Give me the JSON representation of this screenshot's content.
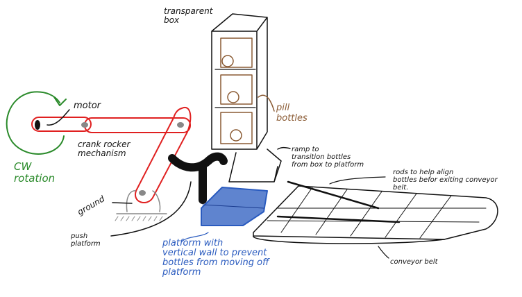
{
  "labels": {
    "transparent_box": "transparent\nbox",
    "motor": "motor",
    "crank_rocker": "crank rocker\nmechanism",
    "cw_rotation": "CW\nrotation",
    "ground": "ground",
    "push_platform": "push\nplatform",
    "pill_bottles": "pill\nbottles",
    "ramp": "ramp to\ntransition bottles\nfrom box to platform",
    "rods": "rods to help align\nbottles befor exiting conveyor\nbelt.",
    "platform": "platform with\nvertical wall to prevent\nbottles from moving off\nplatform",
    "conveyor_belt": "conveyor belt"
  },
  "colors": {
    "linkage": "#e02020",
    "rotation": "#2a8a2a",
    "platform": "#2a5bbf",
    "bottles": "#8a5a33"
  }
}
